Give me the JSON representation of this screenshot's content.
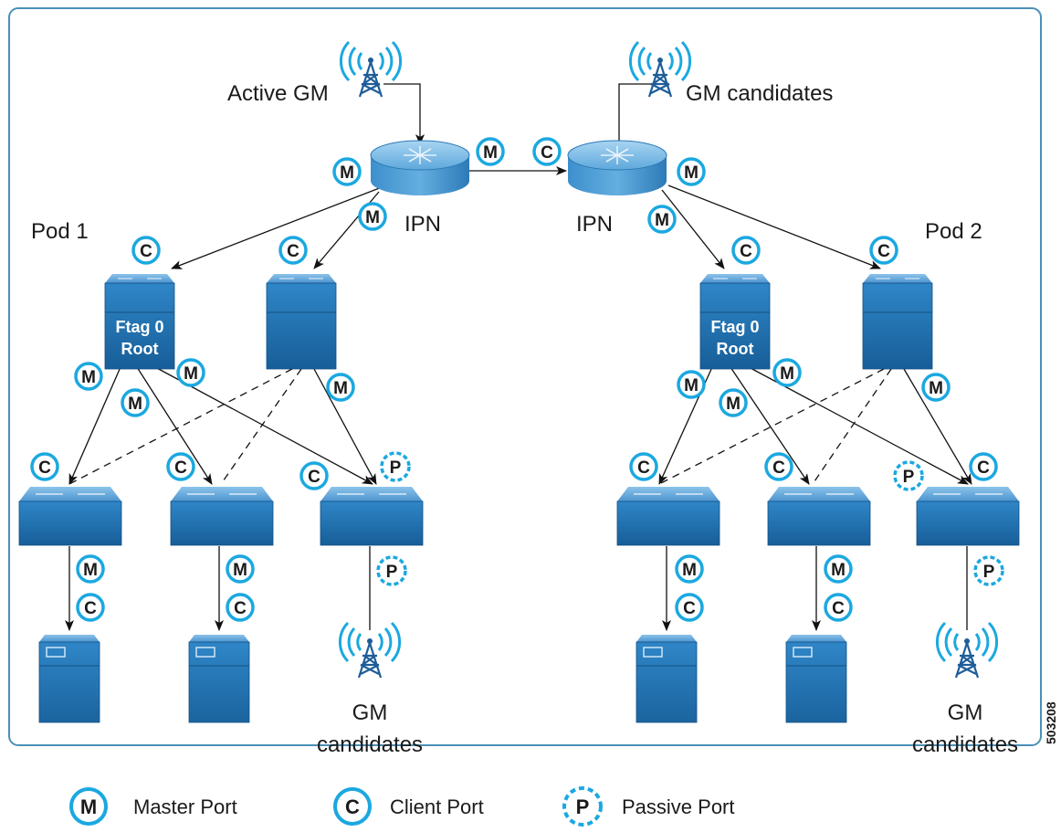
{
  "labels": {
    "active_gm": "Active GM",
    "gm_candidates_top": "GM candidates",
    "ipn_left": "IPN",
    "ipn_right": "IPN",
    "pod1": "Pod 1",
    "pod2": "Pod 2",
    "gm_candidates_1a": "GM",
    "gm_candidates_1b": "candidates",
    "gm_candidates_2a": "GM",
    "gm_candidates_2b": "candidates",
    "spine_root_1a": "Ftag 0",
    "spine_root_1b": "Root",
    "spine_root_2a": "Ftag 0",
    "spine_root_2b": "Root",
    "figure_id": "503208"
  },
  "badge_letters": {
    "master": "M",
    "client": "C",
    "passive": "P"
  },
  "legend": {
    "master_label": "Master Port",
    "client_label": "Client Port",
    "passive_label": "Passive Port"
  },
  "colors": {
    "badge_ring": "#1ba8e0",
    "device_blue": "#1f6fae",
    "device_light": "#5fa5d8",
    "frame_border": "#4a90b8",
    "line": "#111111"
  },
  "icons": {
    "antenna": "antenna-tower-icon",
    "router": "router-icon",
    "switch": "switch-icon",
    "server": "server-icon"
  }
}
